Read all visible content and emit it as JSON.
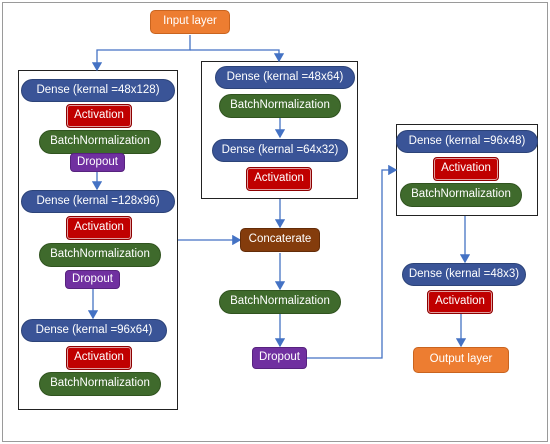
{
  "diagram": {
    "input_layer": "Input layer",
    "output_layer": "Output layer",
    "concatenate": "Concaterate",
    "left_branch": {
      "dense1": "Dense (kernal =48x128)",
      "act1": "Activation",
      "bn1": "BatchNormalization",
      "drop1": "Dropout",
      "dense2": "Dense (kernal =128x96)",
      "act2": "Activation",
      "bn2": "BatchNormalization",
      "drop2": "Dropout",
      "dense3": "Dense (kernal =96x64)",
      "act3": "Activation",
      "bn3": "BatchNormalization"
    },
    "middle_branch": {
      "dense1": "Dense (kernal =48x64)",
      "bn1": "BatchNormalization",
      "dense2": "Dense (kernal =64x32)",
      "act1": "Activation"
    },
    "merge_path": {
      "bn": "BatchNormalization",
      "dropout": "Dropout"
    },
    "right_branch": {
      "dense1": "Dense (kernal =96x48)",
      "act1": "Activation",
      "bn1": "BatchNormalization",
      "dense2": "Dense (kernal =48x3)",
      "act2": "Activation"
    },
    "colors": {
      "dense": "#3a5497",
      "batchnorm": "#3f6a2c",
      "activation": "#c00000",
      "dropout": "#7030a0",
      "io": "#ed7d31",
      "concatenate": "#843c0c",
      "arrow": "#4472c4"
    }
  }
}
